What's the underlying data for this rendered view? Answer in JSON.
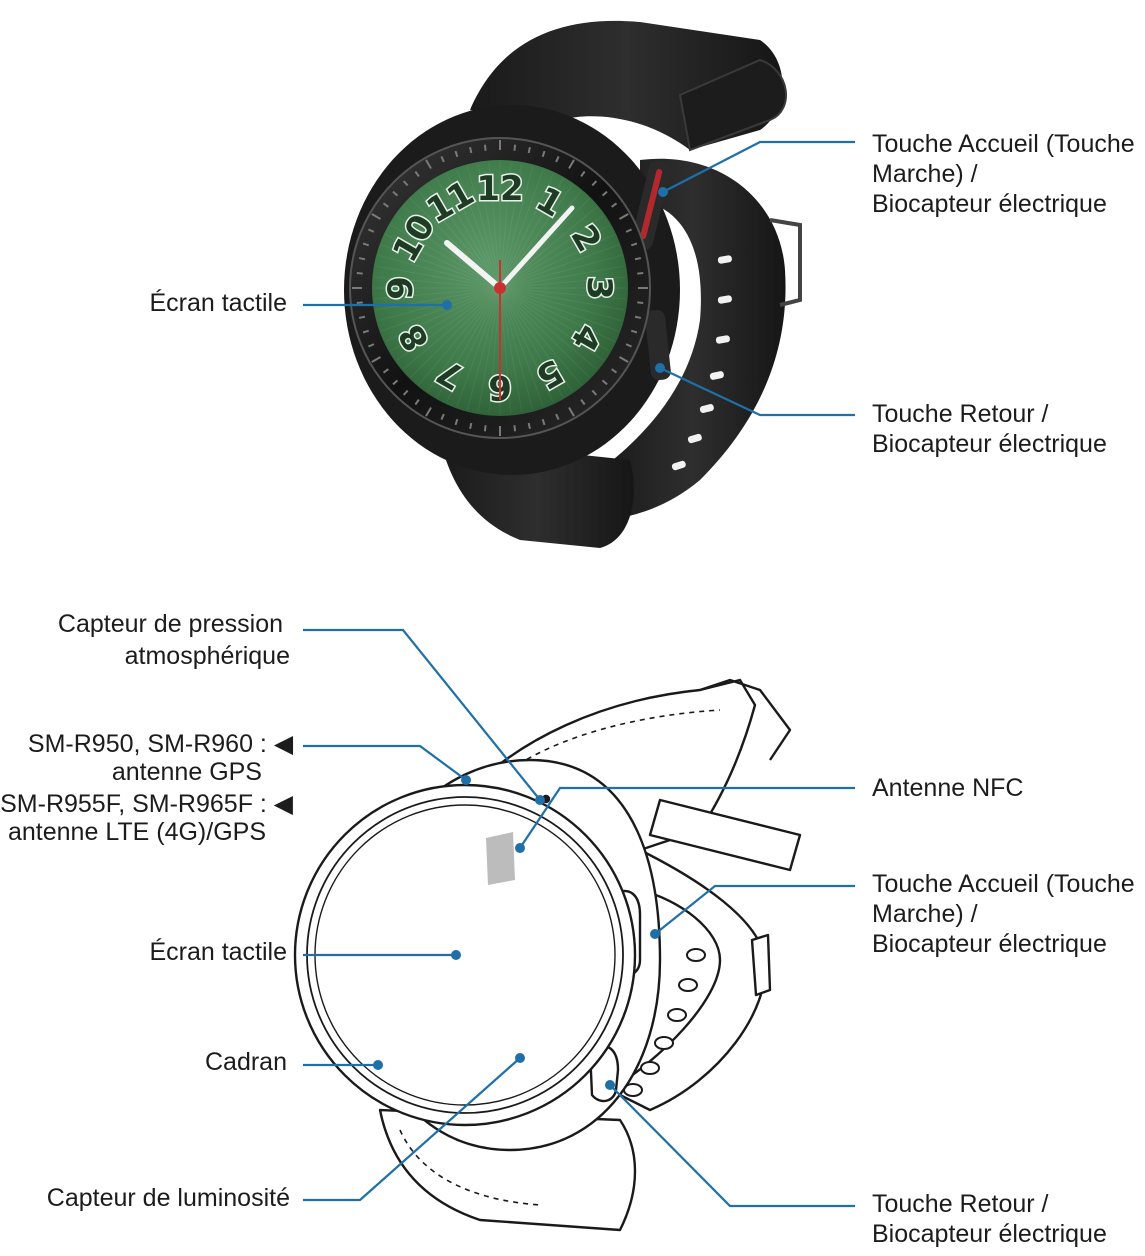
{
  "top_callouts": {
    "home_key": [
      "Touche Accueil (Touche",
      "Marche) /",
      "Biocapteur électrique"
    ],
    "touchscreen": "Écran tactile",
    "back_key": [
      "Touche Retour /",
      "Biocapteur électrique"
    ]
  },
  "watch_face": {
    "numerals": [
      "12",
      "1",
      "2",
      "3",
      "4",
      "5",
      "6",
      "7",
      "8",
      "9",
      "10",
      "11"
    ]
  },
  "bottom_callouts": {
    "pressure_sensor": [
      "Capteur de pression",
      "atmosphérique"
    ],
    "gps_antenna": [
      "SM-R950, SM-R960 : ◀",
      "antenne GPS"
    ],
    "lte_antenna": [
      "SM-R955F, SM-R965F : ◀",
      "antenne LTE (4G)/GPS"
    ],
    "nfc_antenna": "Antenne NFC",
    "home_key": [
      "Touche Accueil (Touche",
      "Marche) /",
      "Biocapteur électrique"
    ],
    "touchscreen": "Écran tactile",
    "bezel": "Cadran",
    "light_sensor": "Capteur de luminosité",
    "back_key": [
      "Touche Retour /",
      "Biocapteur électrique"
    ]
  },
  "colors": {
    "leader_line": "#1f6fa8",
    "dial_green": "#3f7a4a",
    "case_black": "#1b1b1b",
    "strap_black": "#232323",
    "home_key_accent": "#b3282d",
    "nfc_patch": "#bcbcbc"
  }
}
